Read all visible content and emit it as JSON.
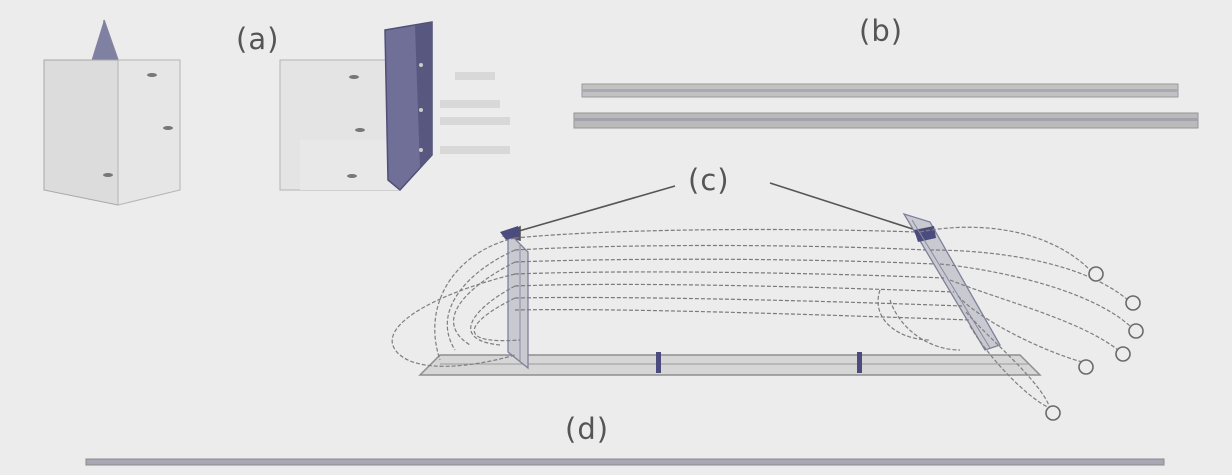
{
  "figure": {
    "panel_labels": {
      "a": "(a)",
      "b": "(b)",
      "c": "(c)",
      "d": "(d)"
    },
    "colors": {
      "background": "#ececec",
      "line": "#6a6a6a",
      "accent": "#4b4b7e",
      "plate_fill": "#8c8caa"
    }
  }
}
